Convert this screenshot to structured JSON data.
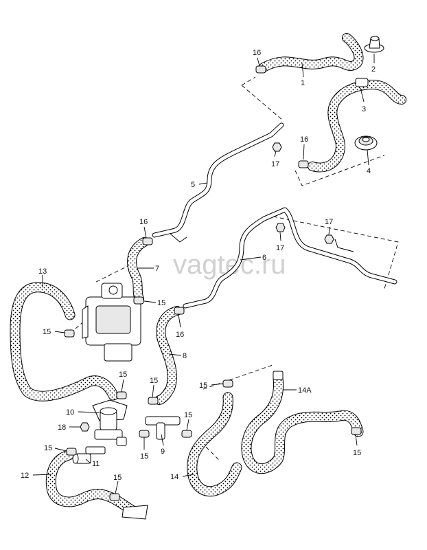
{
  "watermark": "vagtec.ru",
  "callouts": {
    "c1": "1",
    "c2": "2",
    "c3": "3",
    "c4": "4",
    "c5": "5",
    "c6": "6",
    "c7": "7",
    "c8": "8",
    "c9": "9",
    "c10": "10",
    "c11": "11",
    "c12": "12",
    "c13": "13",
    "c14": "14",
    "c14a": "14A",
    "c15a": "15",
    "c15b": "15",
    "c15c": "15",
    "c15d": "15",
    "c15e": "15",
    "c15f": "15",
    "c15g": "15",
    "c15h": "15",
    "c15i": "15",
    "c15j": "15",
    "c16a": "16",
    "c16b": "16",
    "c16c": "16",
    "c16d": "16",
    "c17a": "17",
    "c17b": "17",
    "c17c": "17",
    "c18": "18"
  },
  "colors": {
    "line": "#000000",
    "hose_fill": "#ffffff",
    "hose_dots": "#000000",
    "watermark": "#d0d0d0"
  }
}
